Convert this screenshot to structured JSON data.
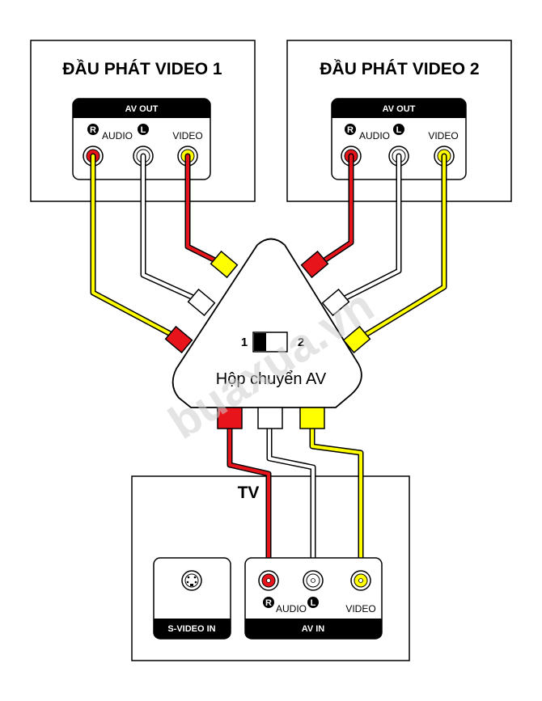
{
  "player1": {
    "title": "ĐẦU PHÁT VIDEO 1",
    "panel_label": "AV OUT",
    "audio_label": "AUDIO",
    "right_badge": "R",
    "left_badge": "L",
    "video_label": "VIDEO"
  },
  "player2": {
    "title": "ĐẦU PHÁT VIDEO 2",
    "panel_label": "AV OUT",
    "audio_label": "AUDIO",
    "right_badge": "R",
    "left_badge": "L",
    "video_label": "VIDEO"
  },
  "switch_box": {
    "label": "Hộp chuyển AV",
    "position_1": "1",
    "position_2": "2",
    "selected_position": 1
  },
  "tv": {
    "title": "TV",
    "svideo_label": "S-VIDEO IN",
    "panel_label": "AV IN",
    "audio_label": "AUDIO",
    "right_badge": "R",
    "left_badge": "L",
    "video_label": "VIDEO"
  },
  "watermark": "buaxua.vn",
  "colors": {
    "audio_right": "#e8141c",
    "audio_left": "#ffffff",
    "video": "#ffff00",
    "outline": "#000000"
  }
}
